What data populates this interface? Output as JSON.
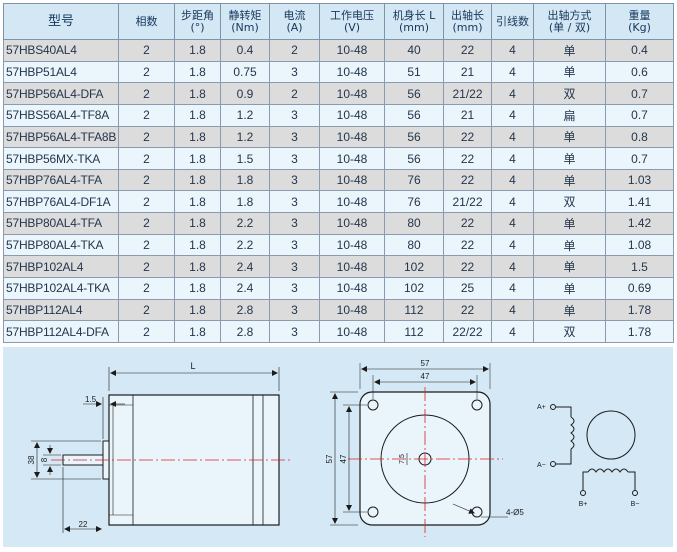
{
  "table": {
    "headers": [
      "型号",
      "相数",
      "步距角\n(°)",
      "静转矩\n(Nm)",
      "电流\n(A)",
      "工作电压\n(V)",
      "机身长 L\n(mm)",
      "出轴长\n(mm)",
      "引线数",
      "出轴方式\n(单 / 双)",
      "重量\n(Kg)"
    ],
    "rows": [
      [
        "57HBS40AL4",
        "2",
        "1.8",
        "0.4",
        "2",
        "10-48",
        "40",
        "22",
        "4",
        "单",
        "0.4"
      ],
      [
        "57HBP51AL4",
        "2",
        "1.8",
        "0.75",
        "3",
        "10-48",
        "51",
        "21",
        "4",
        "单",
        "0.6"
      ],
      [
        "57HBP56AL4-DFA",
        "2",
        "1.8",
        "0.9",
        "2",
        "10-48",
        "56",
        "21/22",
        "4",
        "双",
        "0.7"
      ],
      [
        "57HBS56AL4-TF8A",
        "2",
        "1.8",
        "1.2",
        "3",
        "10-48",
        "56",
        "21",
        "4",
        "扁",
        "0.7"
      ],
      [
        "57HBP56AL4-TFA8B",
        "2",
        "1.8",
        "1.2",
        "3",
        "10-48",
        "56",
        "22",
        "4",
        "单",
        "0.8"
      ],
      [
        "57HBP56MX-TKA",
        "2",
        "1.8",
        "1.5",
        "3",
        "10-48",
        "56",
        "22",
        "4",
        "单",
        "0.7"
      ],
      [
        "57HBP76AL4-TFA",
        "2",
        "1.8",
        "1.8",
        "3",
        "10-48",
        "76",
        "22",
        "4",
        "单",
        "1.03"
      ],
      [
        "57HBP76AL4-DF1A",
        "2",
        "1.8",
        "1.8",
        "3",
        "10-48",
        "76",
        "21/22",
        "4",
        "双",
        "1.41"
      ],
      [
        "57HBP80AL4-TFA",
        "2",
        "1.8",
        "2.2",
        "3",
        "10-48",
        "80",
        "22",
        "4",
        "单",
        "1.42"
      ],
      [
        "57HBP80AL4-TKA",
        "2",
        "1.8",
        "2.2",
        "3",
        "10-48",
        "80",
        "22",
        "4",
        "单",
        "1.08"
      ],
      [
        "57HBP102AL4",
        "2",
        "1.8",
        "2.4",
        "3",
        "10-48",
        "102",
        "22",
        "4",
        "单",
        "1.5"
      ],
      [
        "57HBP102AL4-TKA",
        "2",
        "1.8",
        "2.4",
        "3",
        "10-48",
        "102",
        "25",
        "4",
        "单",
        "0.69"
      ],
      [
        "57HBP112AL4",
        "2",
        "1.8",
        "2.8",
        "3",
        "10-48",
        "112",
        "22",
        "4",
        "单",
        "1.78"
      ],
      [
        "57HBP112AL4-DFA",
        "2",
        "1.8",
        "2.8",
        "3",
        "10-48",
        "112",
        "22/22",
        "4",
        "双",
        "1.78"
      ]
    ]
  },
  "drawings": {
    "side_view": {
      "length_label": "L",
      "flange_label": "1.5",
      "shaft_length_label": "22",
      "boss_dia_label": "38",
      "shaft_dia_label": "8"
    },
    "front_view": {
      "width_label": "57",
      "hole_spacing_label": "47",
      "height_label": "57",
      "vertical_spacing_label": "47",
      "shaft_flat_label": "7.5",
      "holes_label": "4-Ø5"
    },
    "wiring": {
      "a_plus": "A+",
      "a_minus": "A−",
      "b_plus": "B+",
      "b_minus": "B−"
    }
  },
  "colors": {
    "header_bg": "#d3e7f5",
    "row_gray": "#dcdcdc",
    "row_light": "#eaf5fc",
    "drawing_bg": "#d5e8f5",
    "center_line": "#e02020",
    "text": "#1d2e44"
  }
}
